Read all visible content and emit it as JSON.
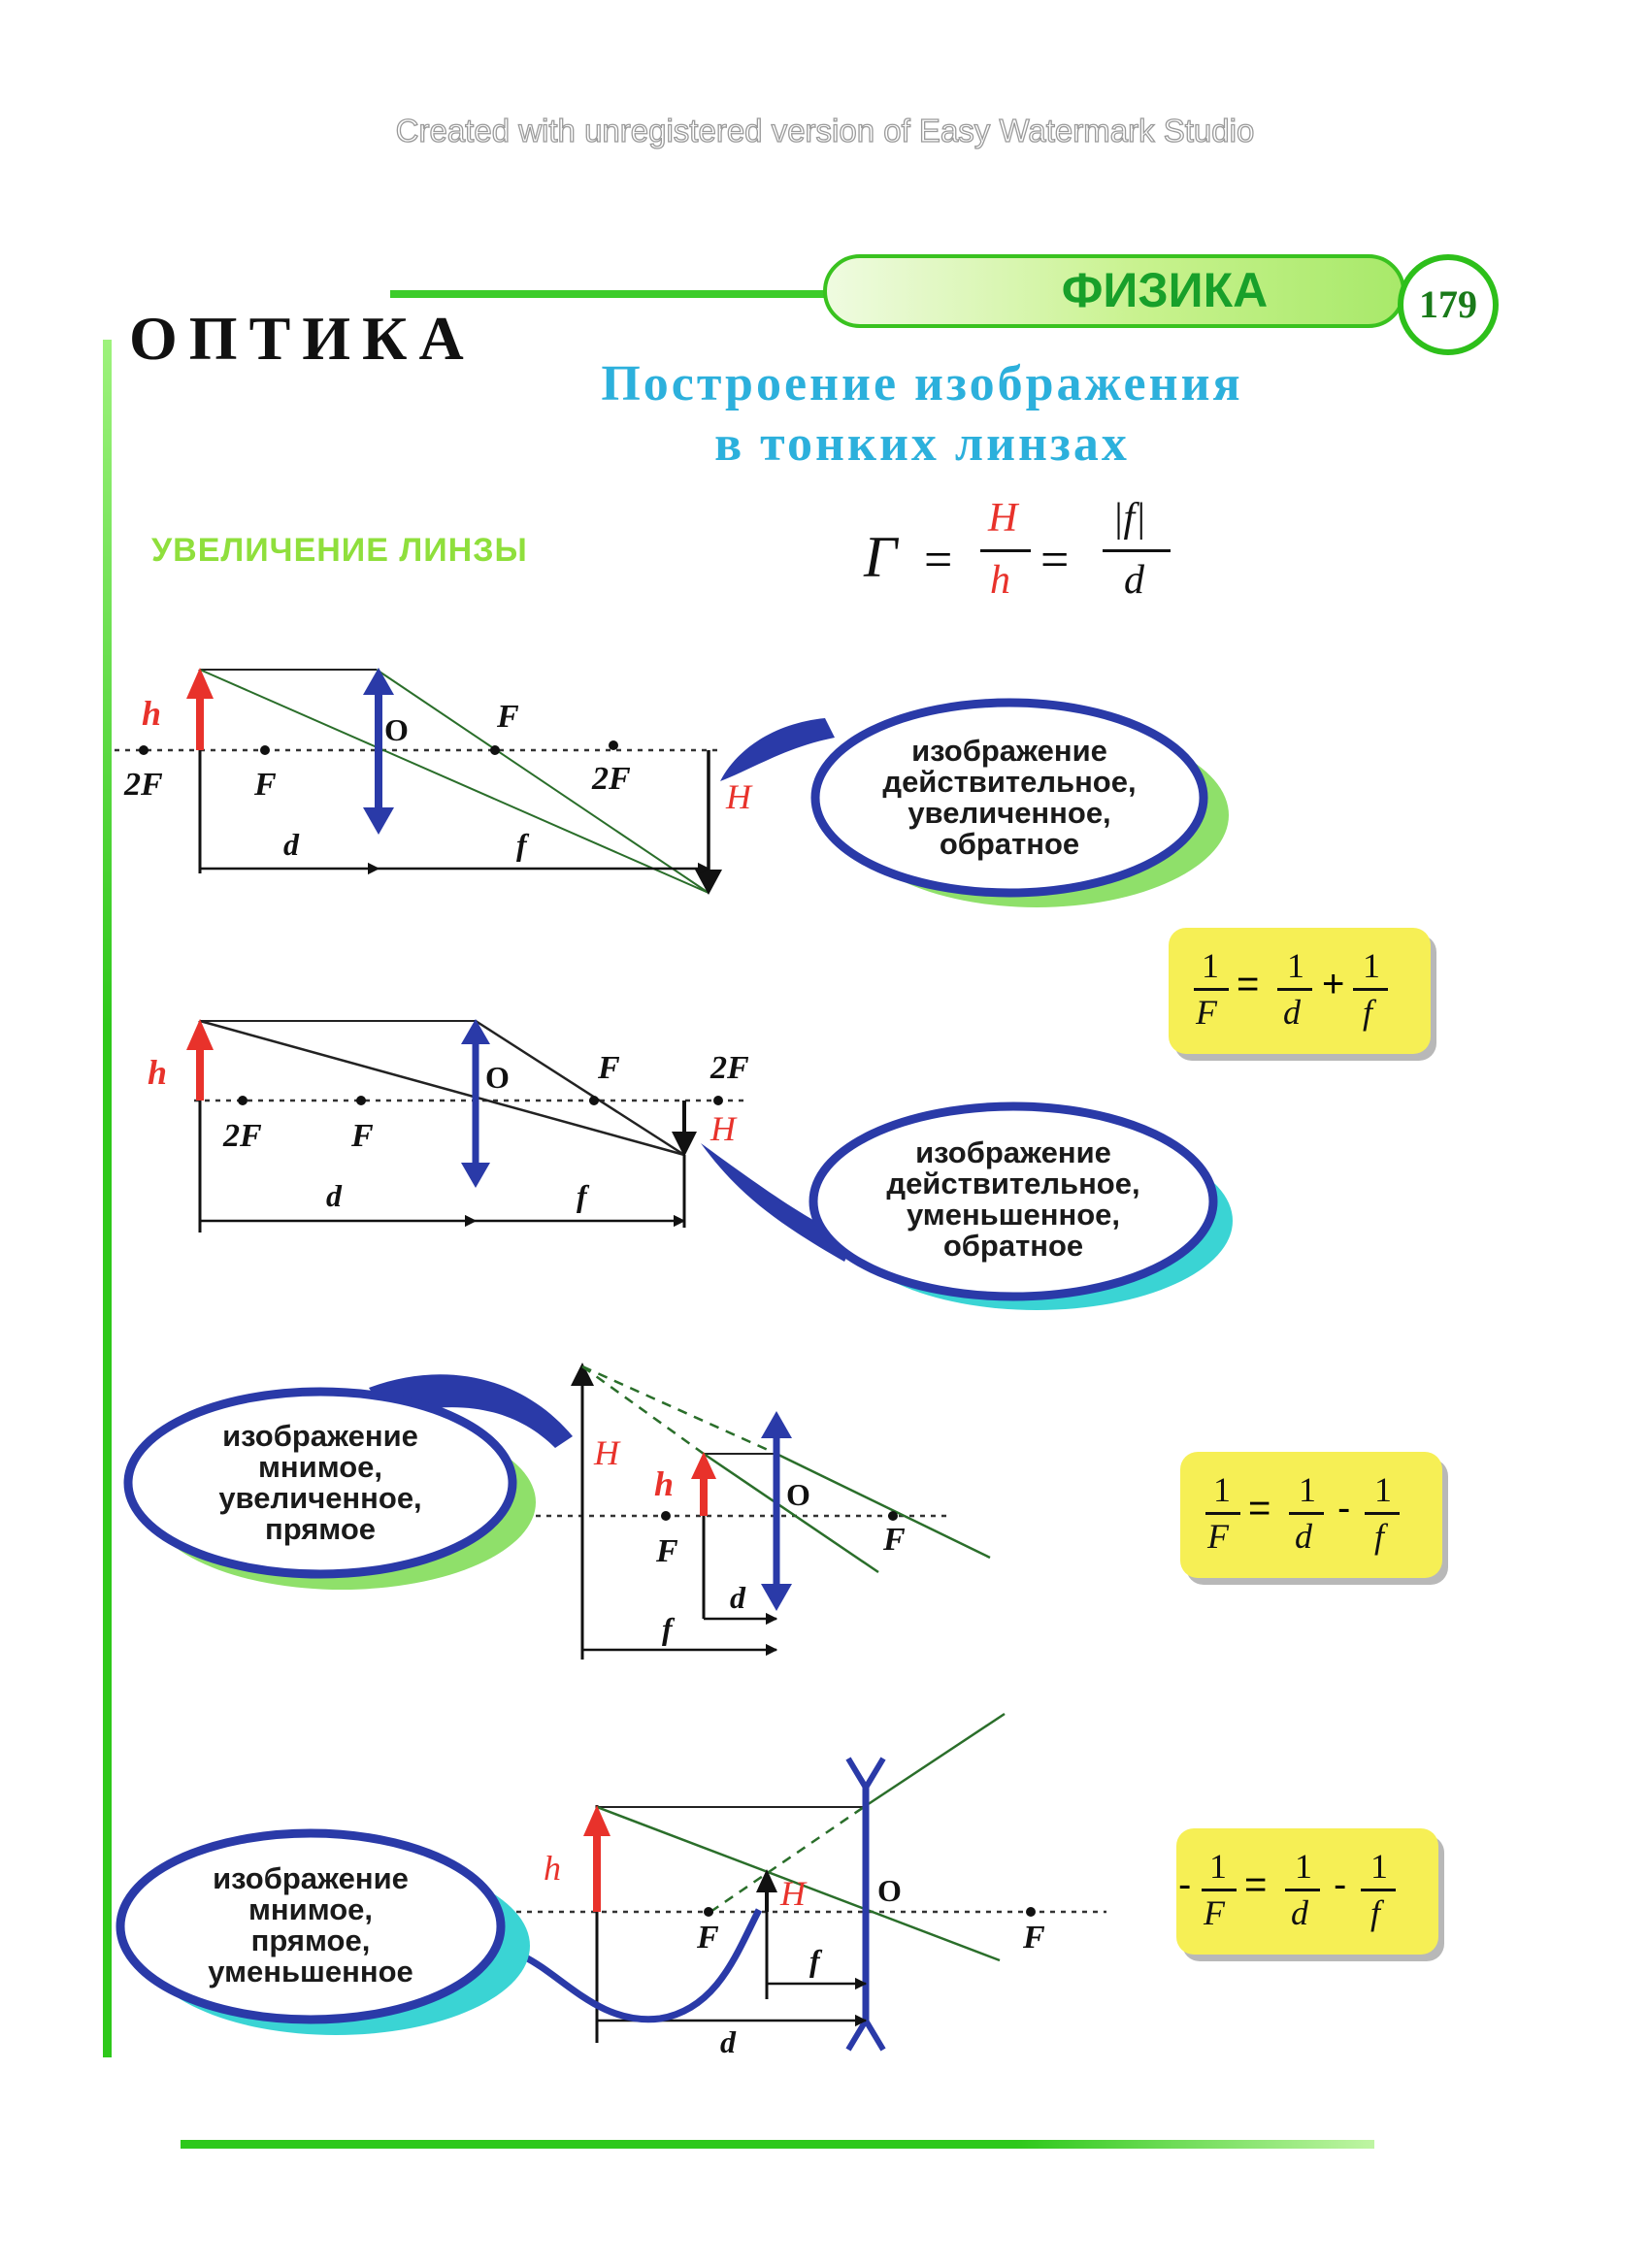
{
  "watermark": "Created with unregistered version of Easy Watermark Studio",
  "header": {
    "subject": "ФИЗИКА",
    "page_number": "179"
  },
  "title": "ОПТИКА",
  "subtitle": {
    "line1": "Построение изображения",
    "line2": "в тонких линзах"
  },
  "section_label": "УВЕЛИЧЕНИЕ ЛИНЗЫ",
  "magnification": {
    "gamma": "Г",
    "H": "H",
    "h": "h",
    "f": "|f|",
    "d": "d"
  },
  "labels": {
    "h": "h",
    "H": "H",
    "F": "F",
    "F2": "2F",
    "O": "O",
    "d": "d",
    "f": "f"
  },
  "diagrams": [
    {
      "bubble": [
        "изображение",
        "действительное,",
        "увеличенное,",
        "обратное"
      ]
    },
    {
      "bubble": [
        "изображение",
        "действительное,",
        "уменьшенное,",
        "обратное"
      ]
    },
    {
      "bubble": [
        "изображение",
        "мнимое,",
        "увеличенное,",
        "прямое"
      ]
    },
    {
      "bubble": [
        "изображение",
        "мнимое,",
        "прямое,",
        "уменьшенное"
      ]
    }
  ],
  "formulas": [
    {
      "lhs_sign": "",
      "num": "1",
      "F": "F",
      "d": "d",
      "op": "+",
      "f": "f"
    },
    {
      "lhs_sign": "",
      "num": "1",
      "F": "F",
      "d": "d",
      "op": "-",
      "f": "f"
    },
    {
      "lhs_sign": "-",
      "num": "1",
      "F": "F",
      "d": "d",
      "op": "-",
      "f": "f"
    }
  ],
  "colors": {
    "green": "#2ec81b",
    "blue": "#2a3aa8",
    "red": "#e8322b",
    "cyan": "#2cb0dc",
    "yellow": "#f6ef55"
  }
}
